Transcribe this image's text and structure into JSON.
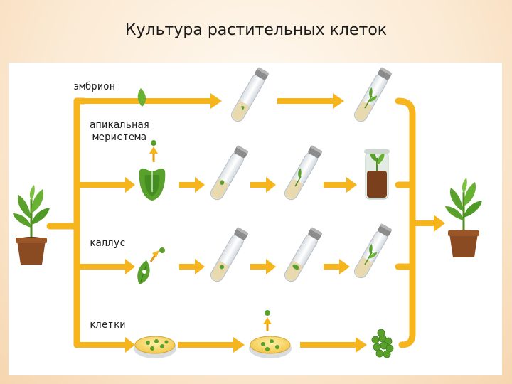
{
  "title": "Культура растительных клеток",
  "labels": {
    "embryo": "эмбрион",
    "meristem_line1": "апикальная",
    "meristem_line2": "меристема",
    "callus": "каллус",
    "cells": "клетки"
  },
  "colors": {
    "arrow": "#f6b51c",
    "arrow_light": "#ffd24a",
    "leaf": "#5aa02c",
    "leaf_dark": "#3f7f1c",
    "pot": "#8a4a22",
    "pot_dark": "#5c2e12",
    "medium": "#e7d7b0",
    "glass": "#e9eef2",
    "cap": "#8a8a8a"
  },
  "icons": [
    "plant-in-pot-icon",
    "test-tube-icon",
    "petri-dish-icon",
    "explant-icon",
    "jar-with-plantlet-icon",
    "cell-cluster-icon"
  ]
}
